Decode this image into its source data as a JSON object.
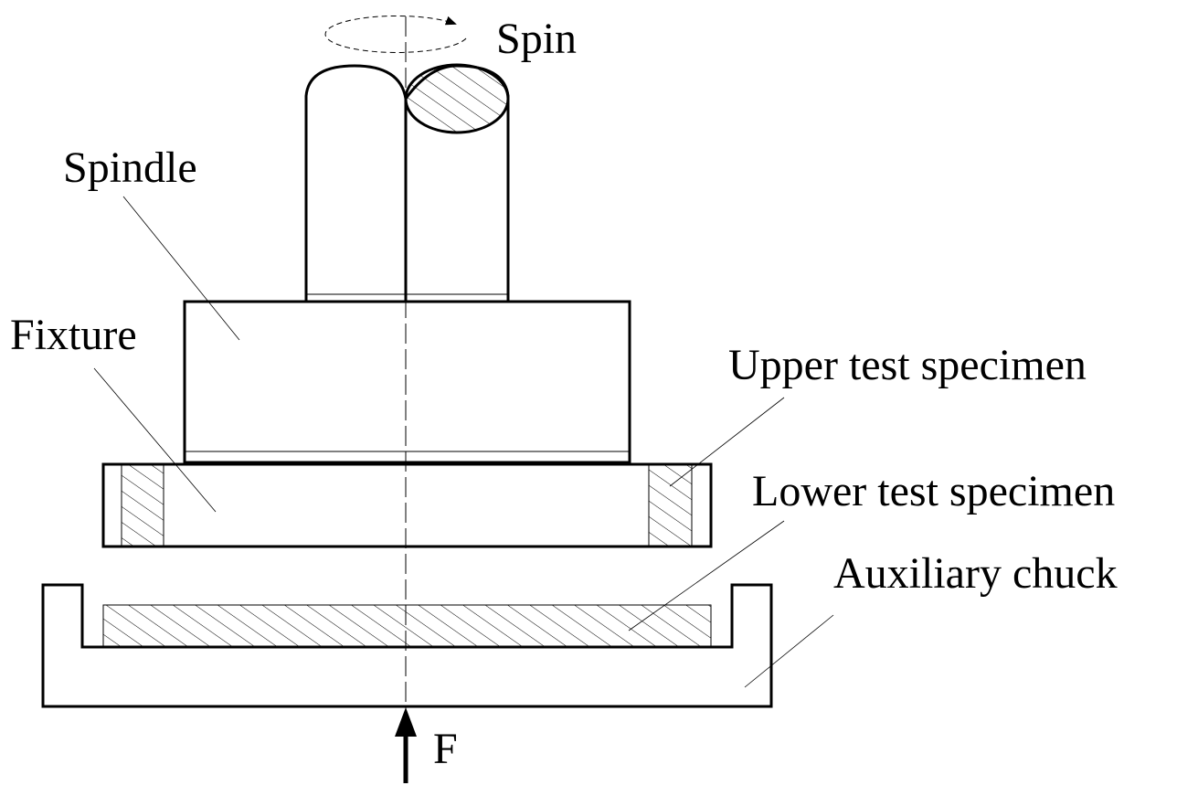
{
  "labels": {
    "spin": "Spin",
    "spindle": "Spindle",
    "fixture": "Fixture",
    "upper_specimen": "Upper test specimen",
    "lower_specimen": "Lower test specimen",
    "auxiliary_chuck": "Auxiliary chuck",
    "force": "F"
  },
  "colors": {
    "line": "#000000",
    "background": "#ffffff"
  }
}
